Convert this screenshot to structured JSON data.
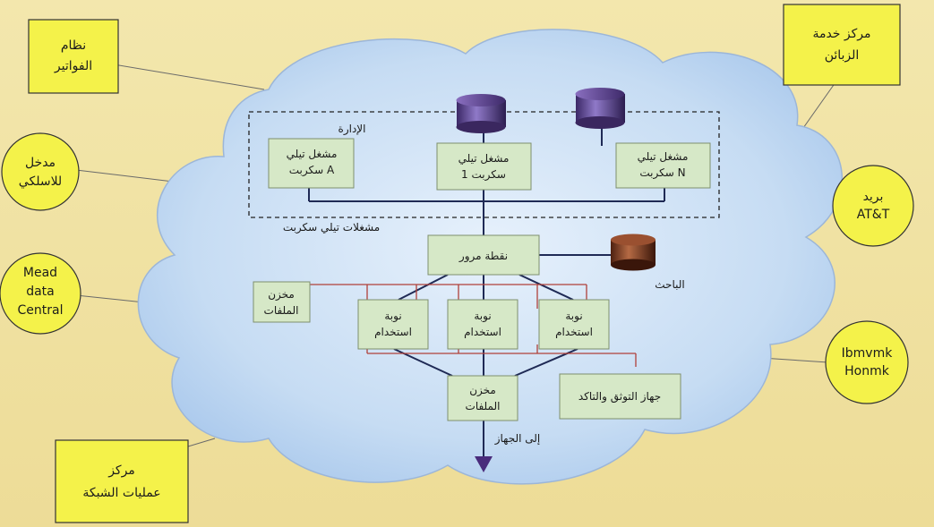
{
  "external": {
    "billing": [
      "نظام",
      "الفواتير"
    ],
    "customer_service": [
      "مركز خدمة",
      "الزبائن"
    ],
    "wireless": [
      "مدخل",
      "للاسلكي"
    ],
    "att_mail": [
      "بريد",
      "AT&T"
    ],
    "mead": [
      "Mead",
      "data",
      "Central"
    ],
    "ibm": [
      "Ibmvmk",
      "Honmk"
    ],
    "noc": [
      "مركز",
      "عمليات الشبكة"
    ]
  },
  "cloud": {
    "admin_label": "الإدارة",
    "servers_group_label": "مشغلات تيلي سكربت",
    "server_a": [
      "مشغل تيلي",
      "سكربت A"
    ],
    "server_1": [
      "مشغل تيلي",
      "سكربت 1"
    ],
    "server_n": [
      "مشغل تيلي",
      "سكربت N"
    ],
    "gateway": "نقطة مرور",
    "researcher": "الباحث",
    "file_store_side": [
      "مخزن",
      "الملفات"
    ],
    "usage_left": [
      "نوبة",
      "استخدام"
    ],
    "usage_mid": [
      "نوبة",
      "استخدام"
    ],
    "usage_right": [
      "نوبة",
      "استخدام"
    ],
    "file_store_bottom": [
      "مخزن",
      "الملفات"
    ],
    "auth_device": "جهاز التوثق والتاكد",
    "to_device": "إلى الجهاز"
  },
  "colors": {
    "cloud": "#b9d3f0",
    "box": "#d6e8c7",
    "ext_box": "#f4f24a",
    "db_purple": "#5a3f8a",
    "db_brown": "#7a3b22",
    "red_line": "#b0403a",
    "arrow": "#4a2c7c"
  }
}
